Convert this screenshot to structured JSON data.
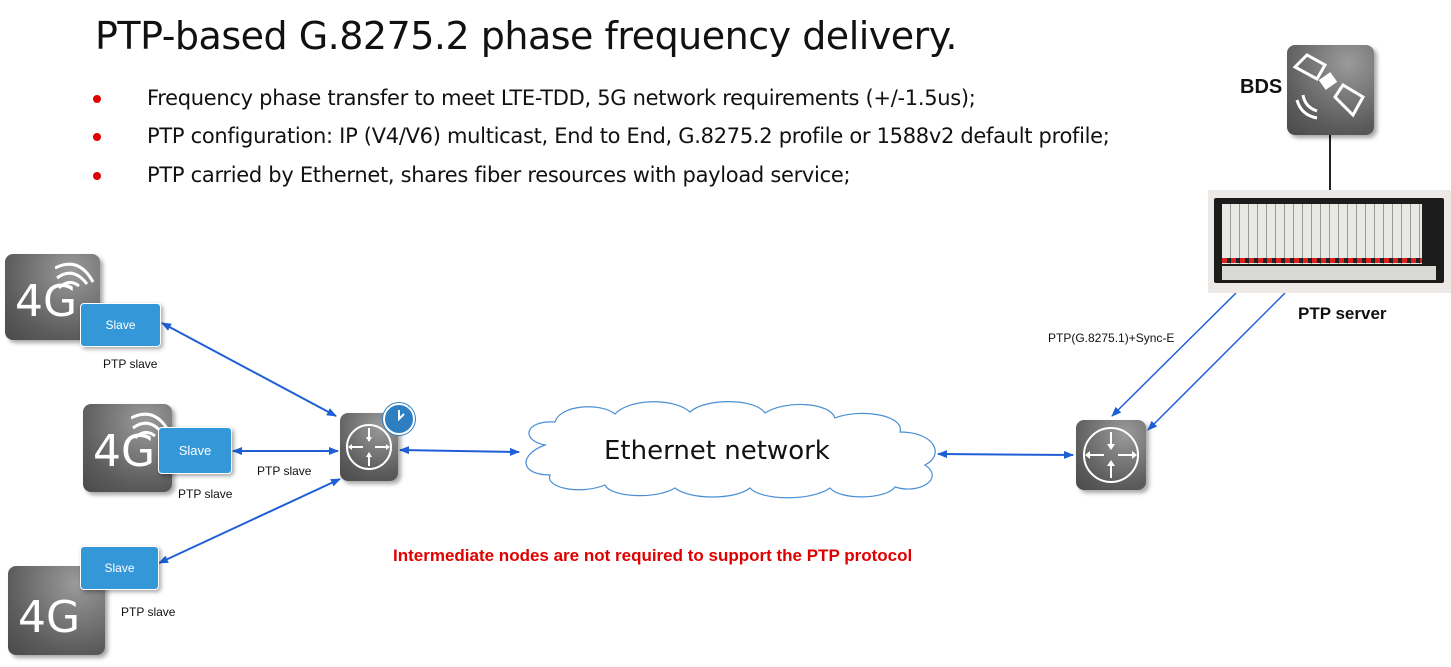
{
  "title": "PTP-based G.8275.2 phase frequency delivery.",
  "bullets": [
    "Frequency phase transfer to meet LTE-TDD, 5G network requirements (+/-1.5us);",
    "PTP configuration: IP (V4/V6) multicast, End to End, G.8275.2 profile or 1588v2 default profile;",
    "PTP carried by Ethernet, shares fiber resources with payload service;"
  ],
  "colors": {
    "bullet": "#e00000",
    "link": "#1f5fd6",
    "slave": "#3498d8",
    "note": "#e00000"
  },
  "bds": {
    "label": "BDS",
    "icon": "satellite-icon"
  },
  "server": {
    "label": "PTP server",
    "link_label": "PTP(G.8275.1)+Sync-E"
  },
  "network": {
    "label": "Ethernet network"
  },
  "base_stations": [
    {
      "icon_text": "4G",
      "badge": "Slave",
      "label": "PTP slave"
    },
    {
      "icon_text": "4G",
      "badge": "Slave",
      "label": "PTP slave",
      "link_label": "PTP slave"
    },
    {
      "icon_text": "4G",
      "badge": "Slave",
      "label": "PTP slave"
    }
  ],
  "note": "Intermediate nodes are not required to support the PTP protocol"
}
